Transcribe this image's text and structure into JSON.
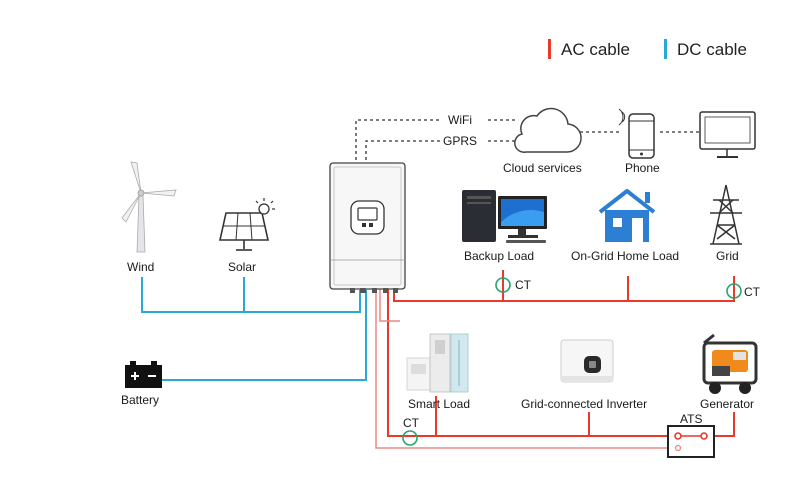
{
  "legend": {
    "ac_label": "AC cable",
    "dc_label": "DC cable",
    "ac_color": "#e8392b",
    "dc_color": "#29a9d6"
  },
  "comm": {
    "wifi": "WiFi",
    "gprs": "GPRS",
    "cloud": "Cloud services",
    "phone": "Phone"
  },
  "sources": {
    "wind": "Wind",
    "solar": "Solar",
    "battery": "Battery"
  },
  "loads": {
    "backup": "Backup Load",
    "ongrid": "On-Grid Home Load",
    "grid": "Grid",
    "smart": "Smart Load",
    "grid_inverter": "Grid-connected Inverter",
    "generator": "Generator"
  },
  "sensors": {
    "ct_backup": "CT",
    "ct_grid": "CT",
    "ct_bottom": "CT",
    "ats": "ATS"
  },
  "icons": [
    "wind-turbine-icon",
    "solar-panel-icon",
    "battery-icon",
    "inverter-icon",
    "cloud-icon",
    "phone-icon",
    "monitor-icon",
    "desktop-computer-icon",
    "house-icon",
    "transmission-tower-icon",
    "smart-load-icon",
    "grid-inverter-icon",
    "generator-icon",
    "ats-switch-icon",
    "ct-sensor-icon"
  ]
}
